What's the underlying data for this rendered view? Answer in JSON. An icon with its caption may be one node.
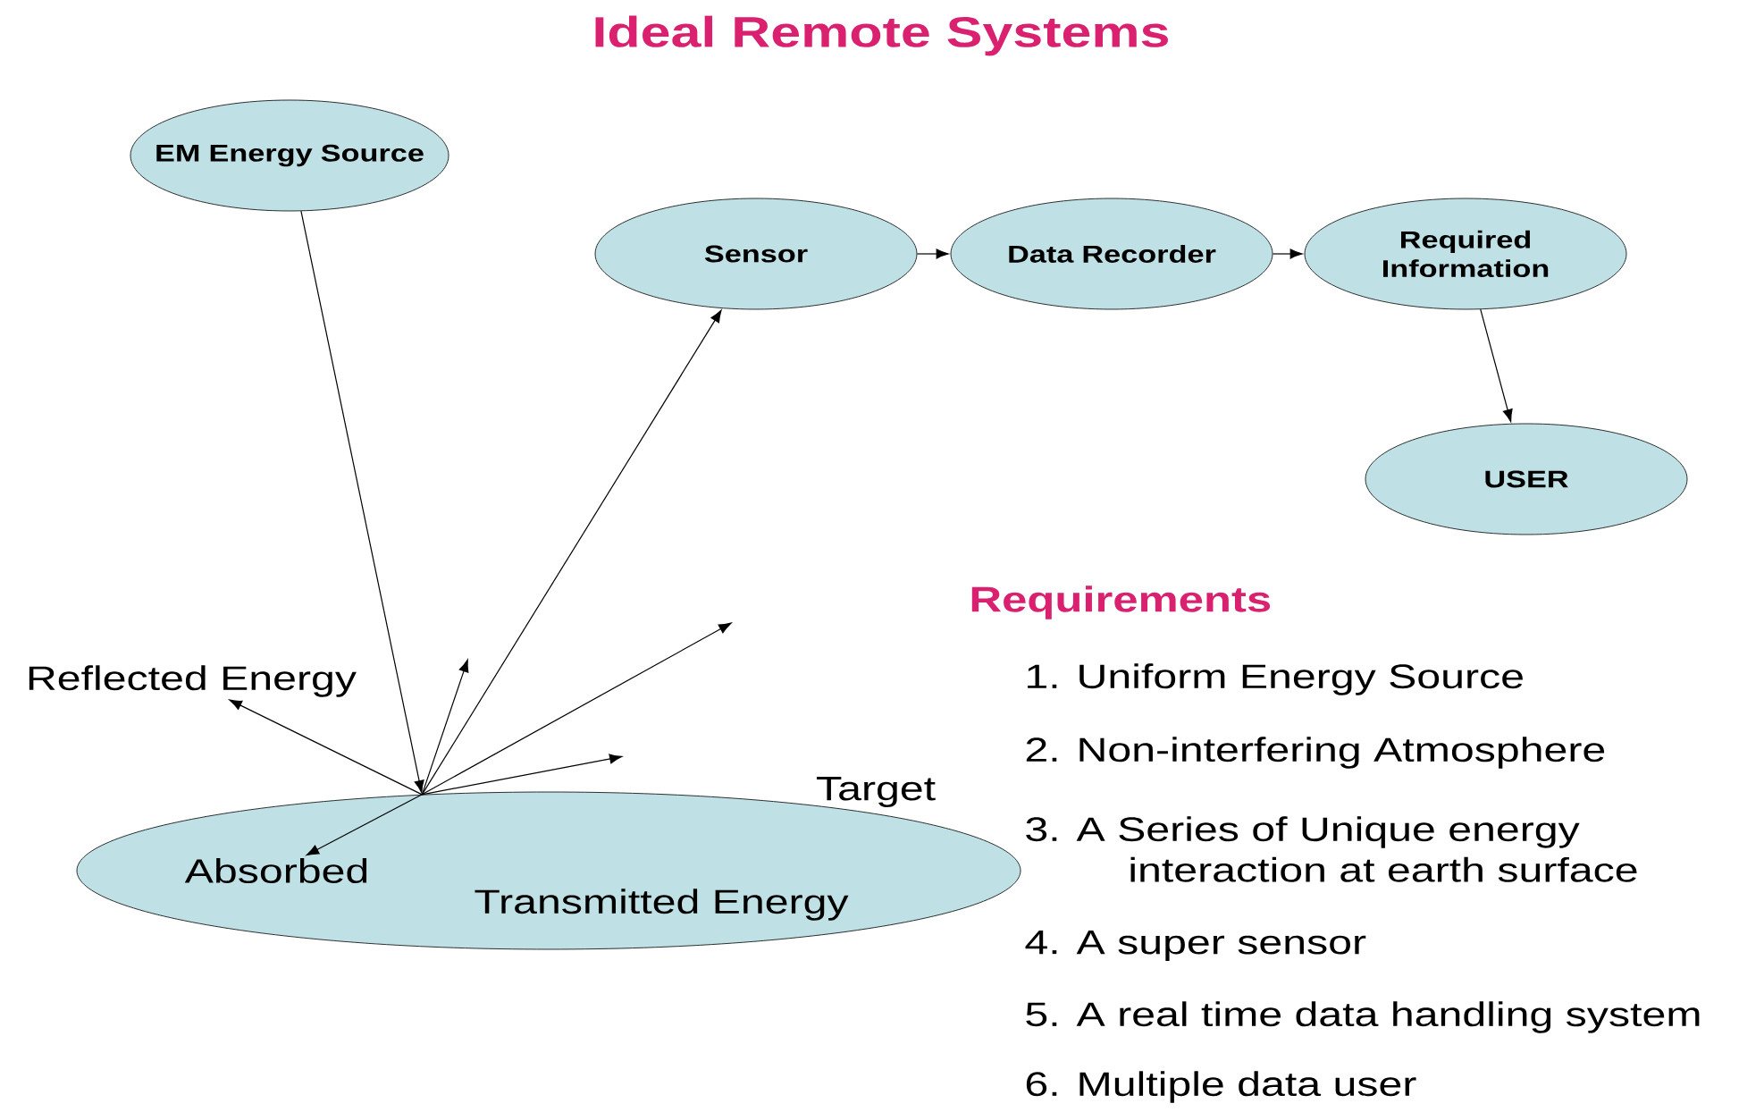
{
  "diagram": {
    "title": "Ideal Remote Systems",
    "nodes": [
      {
        "text": [
          "EM Energy Source"
        ]
      },
      {
        "text": [
          "Sensor"
        ]
      },
      {
        "text": [
          "Data Recorder"
        ]
      },
      {
        "text": [
          "Required Information"
        ]
      },
      {
        "text": [
          "USER"
        ]
      },
      {
        "text": [
          "Target",
          "Transmitted Energy"
        ]
      },
      {
        "text": [
          "Reflected Energy"
        ]
      },
      {
        "text": [
          "Absorbed"
        ],
        "in": 5
      }
    ],
    "edges": [
      {
        "from": 0,
        "to": 5,
        "arrow": "to"
      },
      {
        "from": 5,
        "to": 1,
        "arrow": "to"
      },
      {
        "from": 5,
        "to": 6,
        "arrow": "to"
      },
      {
        "from": 5,
        "to": null,
        "arrow": "to"
      },
      {
        "from": 5,
        "to": null,
        "arrow": "to"
      },
      {
        "from": 5,
        "to": null,
        "arrow": "to"
      },
      {
        "from": 5,
        "to": 7,
        "arrow": "to"
      },
      {
        "from": 1,
        "to": 2,
        "arrow": "to"
      },
      {
        "from": 2,
        "to": 3,
        "arrow": "to"
      },
      {
        "from": 3,
        "to": 4,
        "arrow": "to"
      }
    ],
    "labels": [
      "Requirements",
      "1. Uniform Energy Source",
      "2. Non-interfering Atmosphere",
      "3. A Series of Unique energy interaction at earth surface",
      "4. A super sensor",
      "5. A real time data handling system",
      "6. Multiple data user"
    ]
  }
}
